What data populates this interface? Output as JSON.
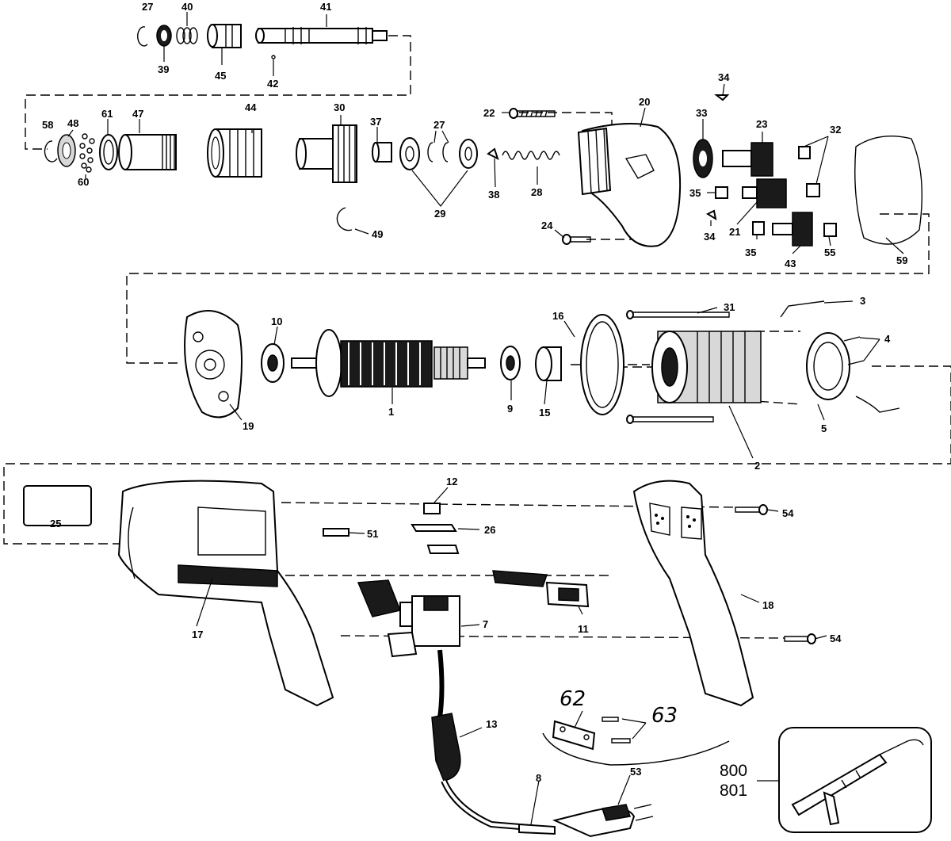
{
  "diagram": {
    "callouts": {
      "p27a": "27",
      "p40": "40",
      "p41": "41",
      "p39": "39",
      "p45": "45",
      "p42": "42",
      "p58": "58",
      "p48": "48",
      "p61": "61",
      "p47": "47",
      "p60": "60",
      "p44": "44",
      "p30": "30",
      "p37": "37",
      "p27b": "27",
      "p29": "29",
      "p22": "22",
      "p38": "38",
      "p28": "28",
      "p20": "20",
      "p34a": "34",
      "p33": "33",
      "p23": "23",
      "p32": "32",
      "p35a": "35",
      "p21": "21",
      "p34b": "34",
      "p35b": "35",
      "p43": "43",
      "p55": "55",
      "p59": "59",
      "p24": "24",
      "p49": "49",
      "p10": "10",
      "p19": "19",
      "p1": "1",
      "p9": "9",
      "p15": "15",
      "p16": "16",
      "p31": "31",
      "p3": "3",
      "p4": "4",
      "p5": "5",
      "p2": "2",
      "p25": "25",
      "p12": "12",
      "p26": "26",
      "p51": "51",
      "p54a": "54",
      "p18": "18",
      "p7": "7",
      "p11": "11",
      "p17": "17",
      "p54b": "54",
      "p62": "62",
      "p63": "63",
      "p13": "13",
      "p8": "8",
      "p53": "53",
      "p800": "800",
      "p801": "801"
    }
  }
}
